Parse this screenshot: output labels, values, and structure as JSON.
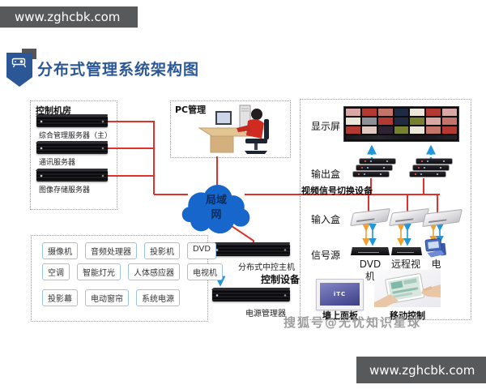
{
  "header": {
    "url": "www.zghcbk.com"
  },
  "footer": {
    "url": "www.zghcbk.com"
  },
  "page": {
    "title": "分布式管理系统架构图"
  },
  "watermark": "搜狐号@无忧知识星球",
  "control_room": {
    "label": "控制机房",
    "servers": [
      "综合管理服务器（主）",
      "通讯服务器",
      "图像存储服务器"
    ]
  },
  "pc": {
    "label": "PC管理"
  },
  "lan": {
    "line1": "局域",
    "line2": "网"
  },
  "center": {
    "host": "分布式中控主机",
    "section": "控制设备",
    "power": "电源管理器"
  },
  "devices": {
    "row1": [
      "摄像机",
      "音频处理器",
      "投影机",
      "DVD"
    ],
    "row2": [
      "空调",
      "智能灯光",
      "人体感应器",
      "电视机"
    ],
    "row3": [
      "投影幕",
      "电动窗帘",
      "系统电源"
    ]
  },
  "video": {
    "display": "显示屏",
    "output": "输出盒",
    "switch": "视频信号切换设备",
    "input": "输入盒",
    "source": "信号源",
    "sources": [
      "DVD机",
      "远程视讯",
      "电脑"
    ],
    "wall_panel": "墙上面板",
    "wall_panel_logo": "iTC",
    "mobile": "移动控制"
  },
  "display_wall": {
    "rows": 3,
    "cols": 7,
    "palette": [
      "#b23a32",
      "#d9a8a4",
      "#ece5da",
      "#1f2a44",
      "#76802e",
      "#8d9094",
      "#c4756a",
      "#2e2233",
      "#e0c9c0"
    ],
    "cells": [
      1,
      0,
      6,
      3,
      2,
      0,
      1,
      2,
      5,
      0,
      3,
      4,
      1,
      6,
      0,
      8,
      7,
      4,
      2,
      6,
      0
    ]
  },
  "colors": {
    "accent_red": "#e0312a",
    "cloud_blue": "#1766cc",
    "title_blue": "#2b5797",
    "bar_gray": "#58595b",
    "chip_border": "#9dc3e6",
    "arrow_blue": "#2196d9",
    "arrow_orange": "#f0a030"
  }
}
